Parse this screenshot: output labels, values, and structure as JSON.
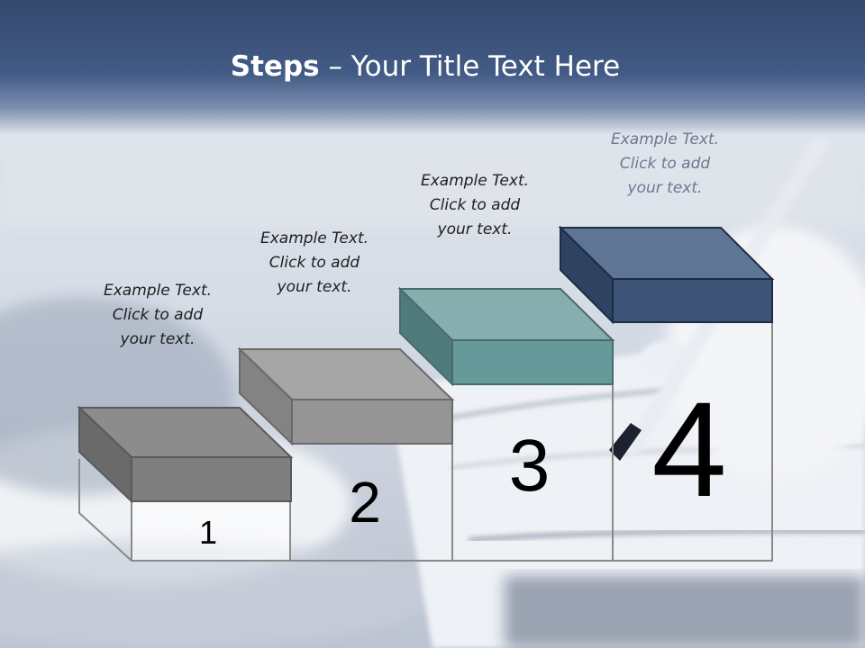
{
  "title": {
    "bold": "Steps",
    "rest": " – Your Title Text Here"
  },
  "steps": [
    {
      "number": "1",
      "color": "#7f7f7f",
      "text": [
        "Example Text.",
        "Click  to add",
        "your text."
      ]
    },
    {
      "number": "2",
      "color": "#959595",
      "text": [
        "Example Text.",
        "Click  to add",
        "your text."
      ]
    },
    {
      "number": "3",
      "color": "#66999a",
      "text": [
        "Example Text.",
        "Click  to add",
        "your text."
      ]
    },
    {
      "number": "4",
      "color": "#3e5477",
      "text": [
        "Example Text.",
        "Click  to add",
        "your text."
      ]
    }
  ]
}
